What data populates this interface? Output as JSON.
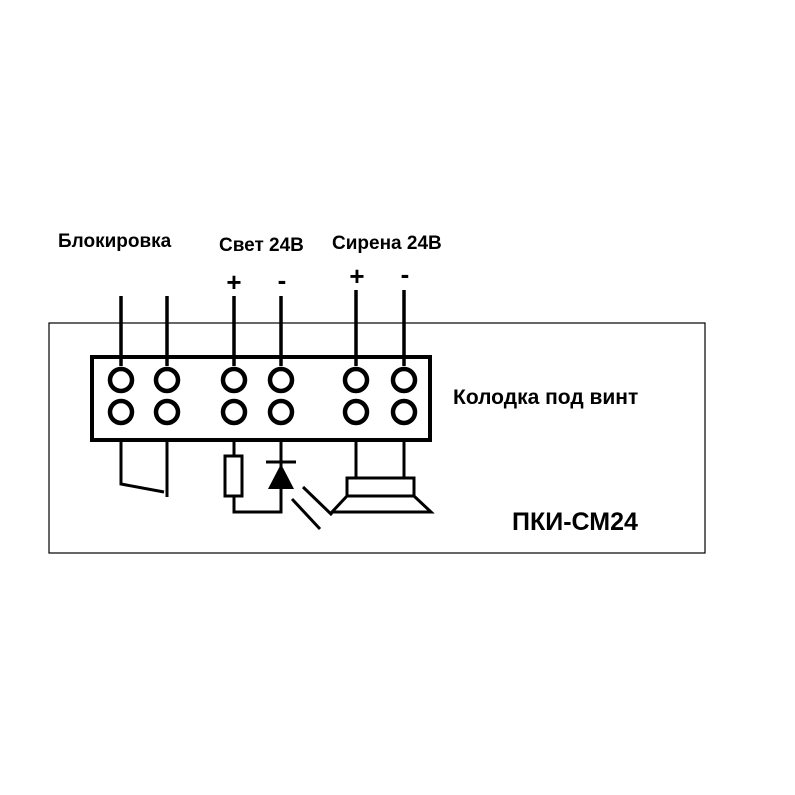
{
  "labels": {
    "blocking": "Блокировка",
    "light": "Свет 24В",
    "siren": "Сирена 24В",
    "light_plus": "+",
    "light_minus": "-",
    "siren_plus": "+",
    "siren_minus": "-",
    "terminal_block": "Колодка под винт",
    "model": "ПКИ-СМ24"
  },
  "colors": {
    "ink": "#000000",
    "background": "#ffffff"
  },
  "terminals": {
    "count": 6,
    "rows": 2
  }
}
